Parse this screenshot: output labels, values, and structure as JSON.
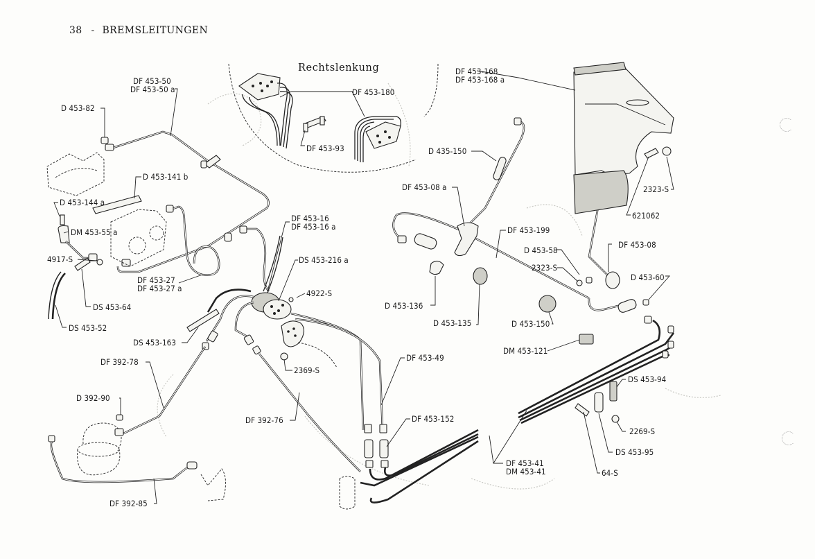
{
  "header": {
    "page_number": "38",
    "separator": "-",
    "title": "BREMSLEITUNGEN"
  },
  "inset": {
    "title": "Rechtslenkung",
    "labels": [
      "DF 453-180",
      "DF 453-93"
    ]
  },
  "part_labels": {
    "df453_50": "DF 453-50",
    "df453_50a": "DF 453-50 a",
    "d453_82": "D 453-82",
    "d453_141b": "D 453-141 b",
    "d453_144a": "D 453-144 a",
    "dm453_55a": "DM 453-55 a",
    "n4917_s": "4917-S",
    "ds453_64": "DS 453-64",
    "ds453_52": "DS 453-52",
    "df453_27": "DF 453-27",
    "df453_27a": "DF 453-27 a",
    "df453_16": "DF 453-16",
    "df453_16a": "DF 453-16 a",
    "ds453_216a": "DS 453-216 a",
    "n4922_s": "4922-S",
    "ds453_163": "DS 453-163",
    "df392_78": "DF 392-78",
    "d392_90": "D 392-90",
    "n2369_s": "2369-S",
    "df392_76": "DF 392-76",
    "df392_85": "DF 392-85",
    "df453_49": "DF 453-49",
    "df453_152": "DF 453-152",
    "df453_41": "DF 453-41",
    "dm453_41": "DM 453-41",
    "df453_168": "DF 453-168",
    "df453_168a": "DF 453-168 a",
    "d435_150": "D 435-150",
    "df453_08a": "DF 453-08 a",
    "df453_199": "DF 453-199",
    "n2323_s_a": "2323-S",
    "n621062": "621062",
    "d453_58": "D 453-58",
    "n2323_s_b": "2323-S",
    "df453_08": "DF 453-08",
    "d453_60": "D 453-60",
    "d453_136": "D 453-136",
    "d453_135": "D 453-135",
    "d453_150": "D 453-150",
    "dm453_121": "DM 453-121",
    "ds453_94": "DS 453-94",
    "n2269_s": "2269-S",
    "ds453_95": "DS 453-95",
    "n64_s": "64-S"
  }
}
